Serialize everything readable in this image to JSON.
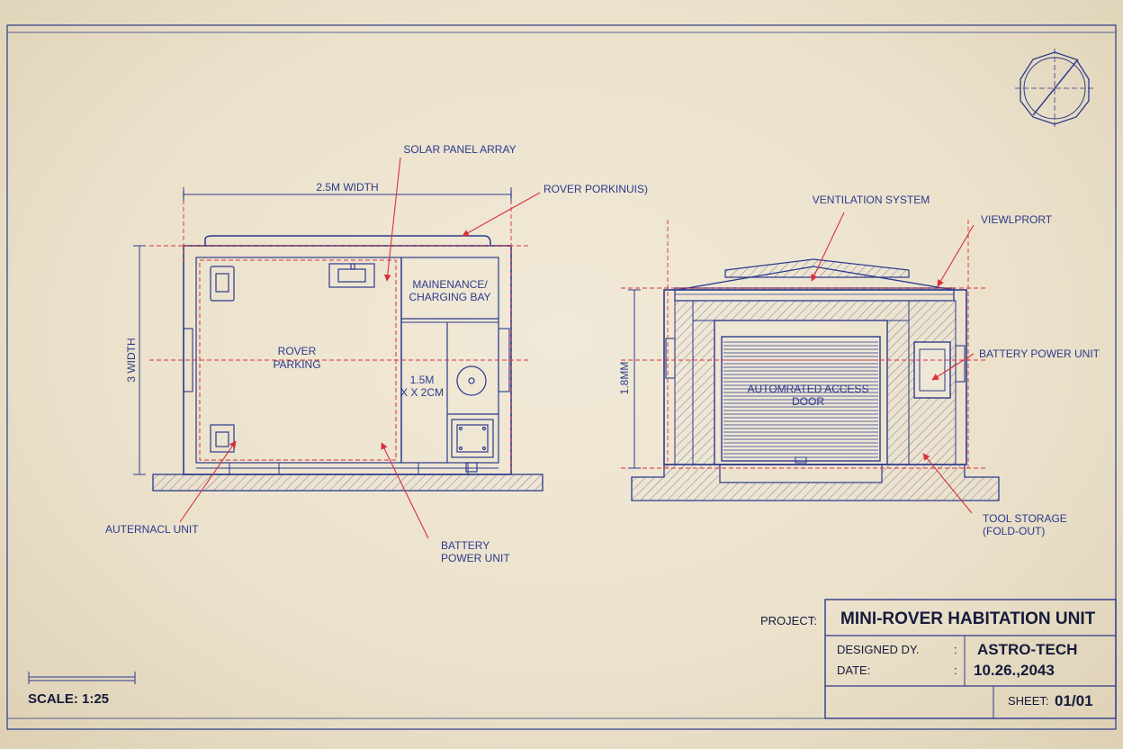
{
  "colors": {
    "paper": "#ece3cf",
    "ink": "#2b3a8c",
    "redline": "#d9303a",
    "dark_text": "#141a3a"
  },
  "plan_view": {
    "width_dim": "2.5M WIDTH",
    "depth_dim": "3 WIDTH",
    "rover_parking_line1": "ROVER",
    "rover_parking_line2": "PARKING",
    "bay_line1": "MAINENANCE/",
    "bay_line2": "CHARGING BAY",
    "inner_dim_line1": "1.5M",
    "inner_dim_line2": "X X 2CM"
  },
  "elevation_view": {
    "height_dim": "1.8MM",
    "door_line1": "AUTOMRATED ACCESS",
    "door_line2": "DOOR"
  },
  "callouts": {
    "solar_panel_array": "SOLAR PANEL ARRAY",
    "rover_parking_top": "ROVER PORKINUIS)",
    "auxiliary_unit": "AUTERNACL UNIT",
    "battery_line1": "BATTERY",
    "battery_line2": "POWER UNIT",
    "ventilation_system": "VENTILATION SYSTEM",
    "viewport": "VIEWLPRORT",
    "battery_power_unit": "BATTERY POWER UNIT",
    "tool_storage_line1": "TOOL STORAGE",
    "tool_storage_line2": "(FOLD-OUT)"
  },
  "title_block": {
    "project_label": "PROJECT:",
    "project_value": "MINI-ROVER HABITATION UNIT",
    "designed_label": "DESIGNED DY.",
    "designed_colon": ":",
    "designed_value": "ASTRO-TECH",
    "date_label": "DATE:",
    "date_colon": ":",
    "date_value": "10.26.,2043",
    "sheet_label": "SHEET:",
    "sheet_value": "01/01"
  },
  "scale": {
    "label": "SCALE: 1:25"
  }
}
